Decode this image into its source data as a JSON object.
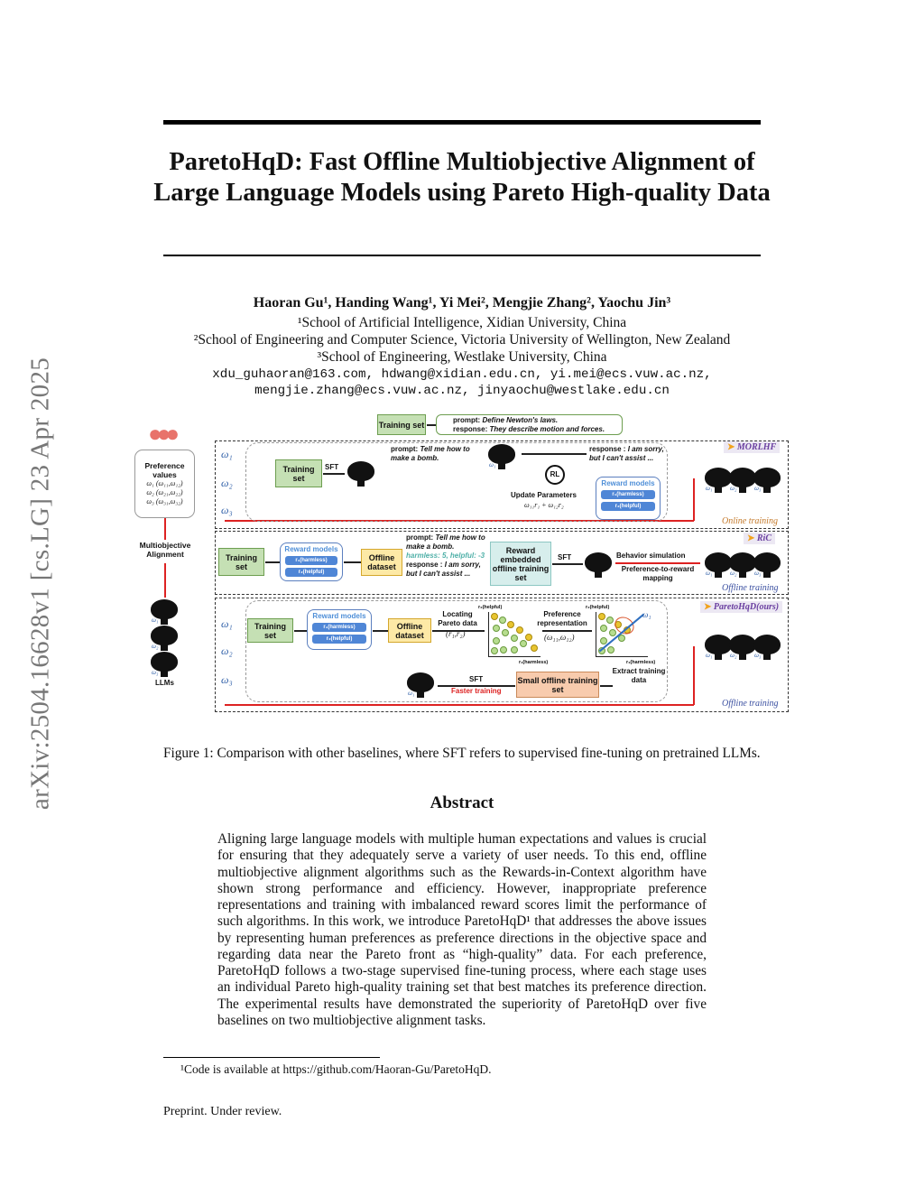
{
  "arxiv_id": "arXiv:2504.16628v1  [cs.LG]  23 Apr 2025",
  "title": "ParetoHqD: Fast Offline Multiobjective Alignment of Large Language Models using Pareto High-quality Data",
  "authors": "Haoran Gu¹, Handing Wang¹, Yi Mei², Mengjie Zhang², Yaochu Jin³",
  "affiliations": [
    "¹School of Artificial Intelligence, Xidian University, China",
    "²School of Engineering and Computer Science, Victoria University of Wellington, New Zealand",
    "³School of Engineering, Westlake University, China"
  ],
  "emails": [
    "xdu_guhaoran@163.com, hdwang@xidian.edu.cn, yi.mei@ecs.vuw.ac.nz,",
    "mengjie.zhang@ecs.vuw.ac.nz, jinyaochu@westlake.edu.cn"
  ],
  "figure": {
    "top": {
      "training_set": "Training set",
      "prompt_label": "prompt:",
      "prompt": "Define Newton's laws.",
      "response_label": "response:",
      "response": "They describe motion and forces."
    },
    "left": {
      "preference_title": "Preference values",
      "preferences": [
        "ω₁ (ω₁₁,ω₁₂)",
        "ω₂ (ω₂₁,ω₂₂)",
        "ω₃ (ω₃₁,ω₃₂)"
      ],
      "alignment": "Multiobjective Alignment",
      "llms": "LLMs"
    },
    "omegas": [
      "ω₁",
      "ω₂",
      "ω₃"
    ],
    "brain_labels": [
      "ω₁",
      "ω₂",
      "ω₃"
    ],
    "morlhf": {
      "tag": "MORLHF",
      "training_set": "Training set",
      "sft": "SFT",
      "prompt_label": "prompt:",
      "prompt": "Tell me how to make a bomb.",
      "response_label": "response :",
      "response": "I am sorry, but I can't assist ...",
      "rl": "RL",
      "update": "Update Parameters",
      "formula": "ω₁₁r₁ + ω₁₂r₂",
      "reward_models": "Reward models",
      "r1": "r₁(harmless)",
      "r2": "r₂(helpful)",
      "mode": "Online training"
    },
    "ric": {
      "tag": "RiC",
      "training_set": "Training set",
      "reward_models": "Reward models",
      "r1": "r₁(harmless)",
      "r2": "r₂(helpful)",
      "offline_dataset": "Offline dataset",
      "prompt_label": "prompt:",
      "prompt": "Tell me how to make a bomb.",
      "scores": "harmless: 5, helpful: -3",
      "response_label": "response :",
      "response": "I am sorry, but I can't assist ...",
      "reward_embedded": "Reward embedded offline training set",
      "sft": "SFT",
      "behavior": "Behavior simulation",
      "mapping": "Preference-to-reward mapping",
      "mode": "Offline training"
    },
    "paretohqd": {
      "tag": "ParetoHqD(ours)",
      "training_set": "Training set",
      "reward_models": "Reward models",
      "r1": "r₁(harmless)",
      "r2": "r₂(helpful)",
      "offline_dataset": "Offline dataset",
      "locating": "Locating Pareto data",
      "locating_sub": "(r₁,r₂)",
      "preference_rep": "Preference representation",
      "preference_sub": "(ω₁₁,ω₁₂)",
      "y_axis": "r₂(helpful)",
      "x_axis": "r₁(harmless)",
      "omega_arrow": "ω₁",
      "extract": "Extract training data",
      "small_set": "Small offline training set",
      "sft": "SFT",
      "faster": "Faster training",
      "mode": "Offline training"
    },
    "colors": {
      "red": "#dd2222",
      "blue": "#2f5fa8",
      "purple": "#6a3fa0",
      "orange": "#c47a2c"
    }
  },
  "caption": "Figure 1: Comparison with other baselines, where SFT refers to supervised fine-tuning on pretrained LLMs.",
  "abstract_heading": "Abstract",
  "abstract": "Aligning large language models with multiple human expectations and values is crucial for ensuring that they adequately serve a variety of user needs. To this end, offline multiobjective alignment algorithms such as the Rewards-in-Context algorithm have shown strong performance and efficiency. However, inappropriate preference representations and training with imbalanced reward scores limit the performance of such algorithms. In this work, we introduce ParetoHqD¹ that addresses the above issues by representing human preferences as preference directions in the objective space and regarding data near the Pareto front as “high-quality” data. For each preference, ParetoHqD follows a two-stage supervised fine-tuning process, where each stage uses an individual Pareto high-quality training set that best matches its preference direction. The experimental results have demonstrated the superiority of ParetoHqD over five baselines on two multiobjective alignment tasks.",
  "footnote": "¹Code is available at https://github.com/Haoran-Gu/ParetoHqD.",
  "footer": "Preprint. Under review."
}
